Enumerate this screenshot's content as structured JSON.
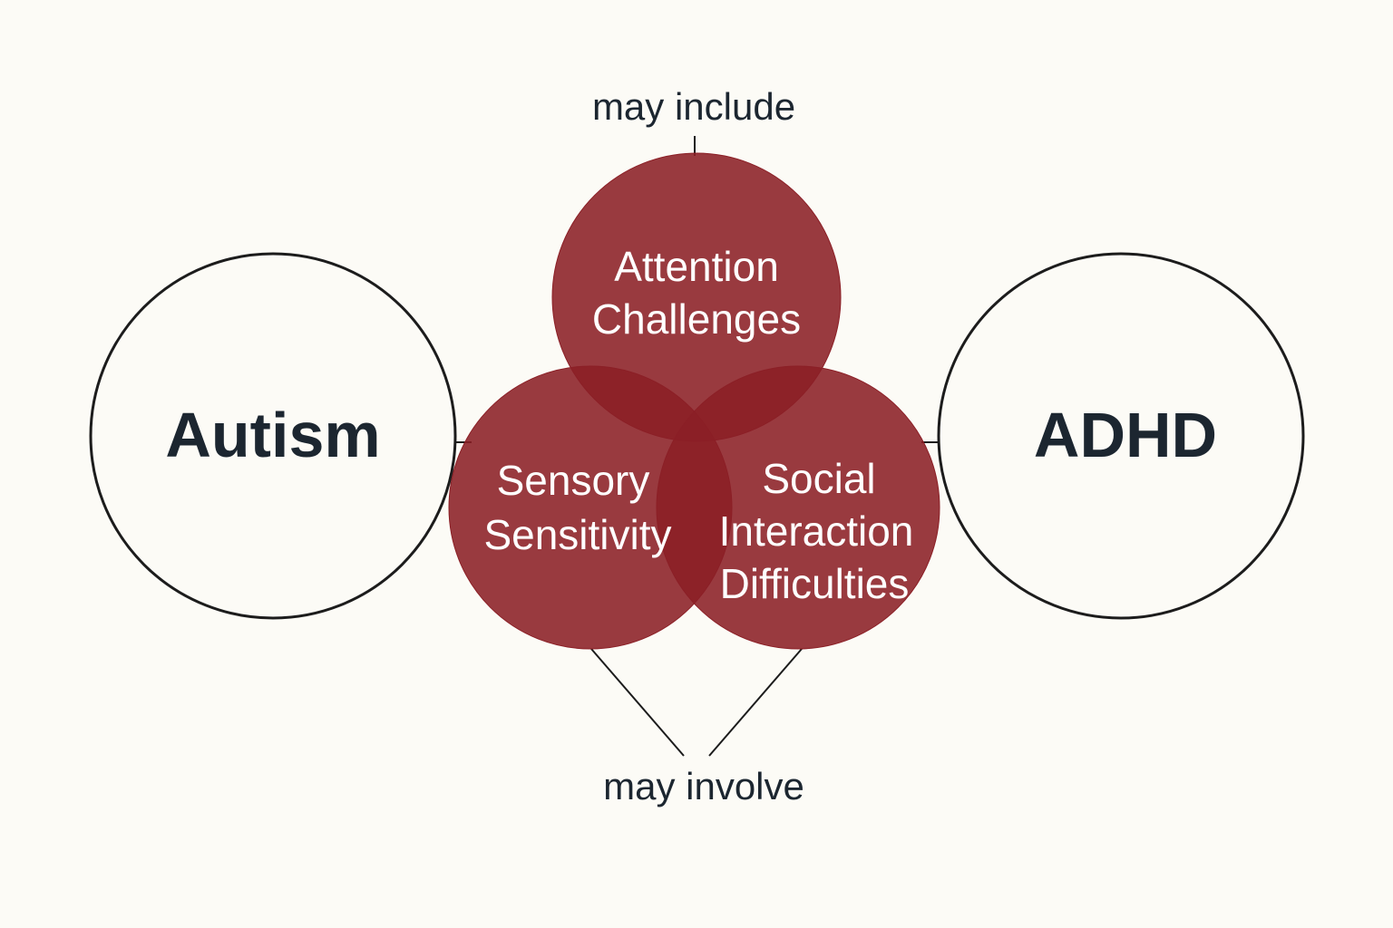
{
  "colors": {
    "background": "#fcfbf6",
    "trait_fill": "#8b1f26",
    "outline": "#1c1c1c",
    "text_dark": "#1c2630",
    "text_light": "#ffffff"
  },
  "labels": {
    "top_connector": "may include",
    "bottom_connector": "may involve"
  },
  "conditions": {
    "left": "Autism",
    "right": "ADHD"
  },
  "traits": {
    "attention": {
      "line1": "Attention",
      "line2": "Challenges"
    },
    "sensory": {
      "line1": "Sensory",
      "line2": "Sensitivity"
    },
    "social": {
      "line1": "Social",
      "line2": "Interaction",
      "line3": "Difficulties"
    }
  }
}
